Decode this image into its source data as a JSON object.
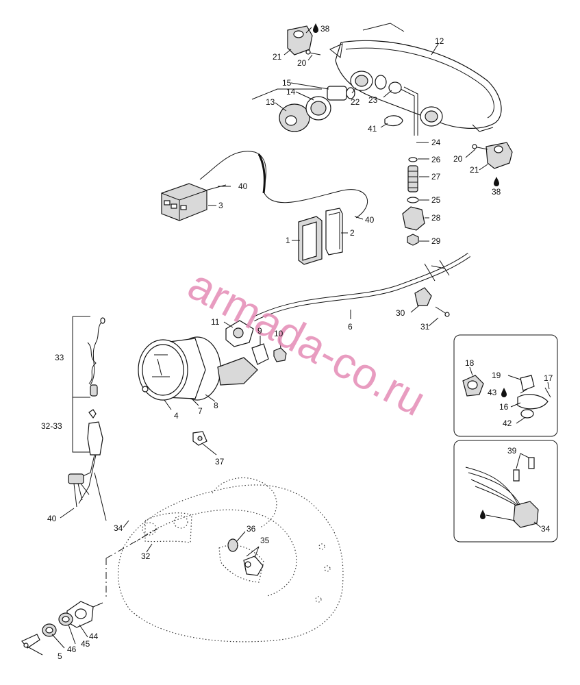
{
  "watermark": "armada-co.ru",
  "callouts": {
    "c1": "1",
    "c2": "2",
    "c3": "3",
    "c4": "4",
    "c5": "5",
    "c6": "6",
    "c7": "7",
    "c8": "8",
    "c9": "9",
    "c10": "10",
    "c11": "11",
    "c12": "12",
    "c13": "13",
    "c14": "14",
    "c15": "15",
    "c16": "16",
    "c17": "17",
    "c18": "18",
    "c19": "19",
    "c20a": "20",
    "c20b": "20",
    "c21a": "21",
    "c21b": "21",
    "c22": "22",
    "c23": "23",
    "c24": "24",
    "c25": "25",
    "c26": "26",
    "c27": "27",
    "c28": "28",
    "c29": "29",
    "c30": "30",
    "c31": "31",
    "c32": "32",
    "c33": "33",
    "c3233": "32-33",
    "c34a": "34",
    "c34b": "34",
    "c35": "35",
    "c36": "36",
    "c37": "37",
    "c38a": "38",
    "c38b": "38",
    "c39": "39",
    "c40a": "40",
    "c40b": "40",
    "c40c": "40",
    "c41": "41",
    "c42": "42",
    "c43": "43",
    "c44": "44",
    "c45": "45",
    "c46": "46"
  },
  "icons": {
    "sealant": "droplet-icon"
  }
}
